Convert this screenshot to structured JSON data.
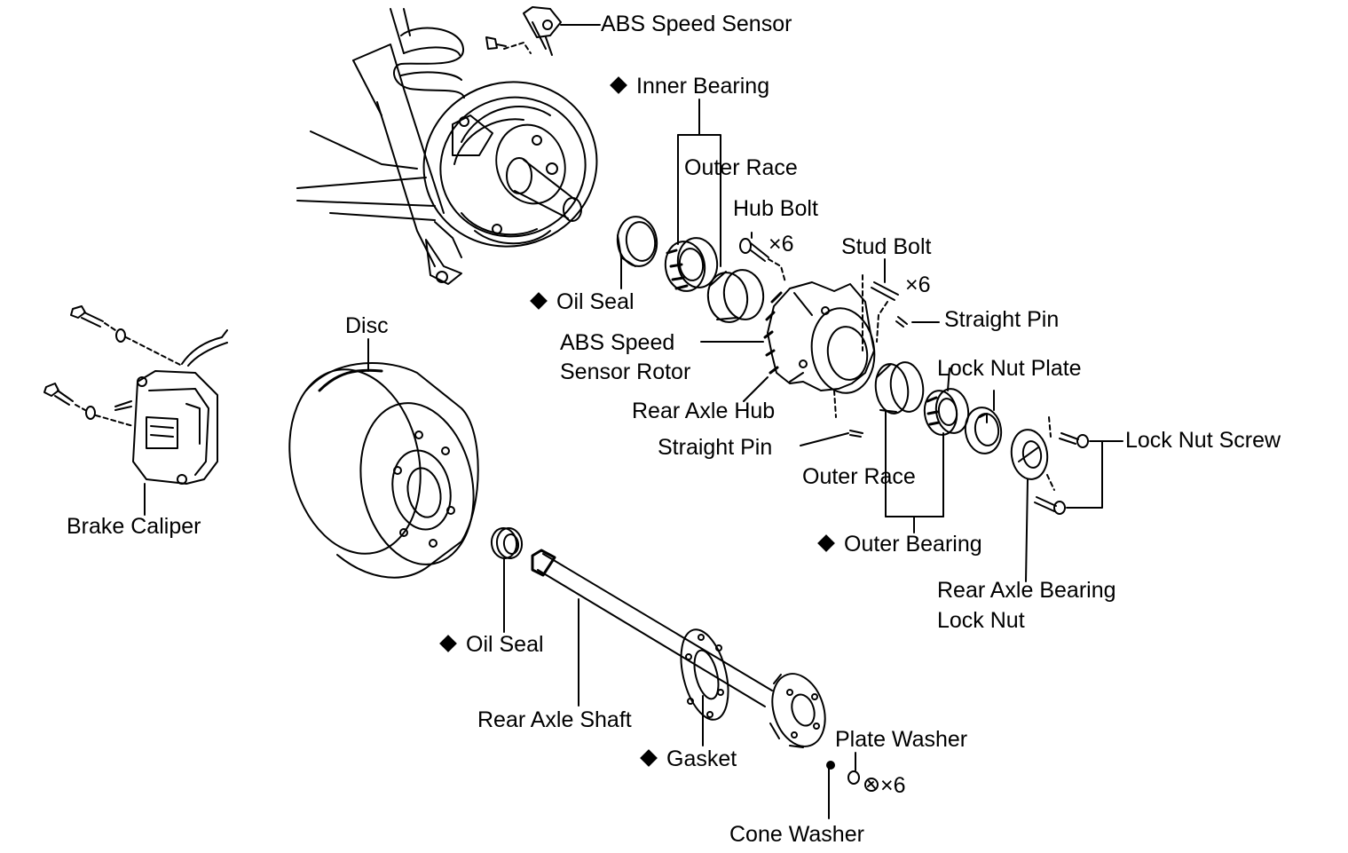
{
  "labels": {
    "abs_speed_sensor": "ABS Speed Sensor",
    "inner_bearing": "Inner Bearing",
    "outer_race_top": "Outer Race",
    "hub_bolt": "Hub Bolt",
    "hub_bolt_qty": "×6",
    "stud_bolt": "Stud Bolt",
    "stud_bolt_qty": "×6",
    "straight_pin_top": "Straight Pin",
    "oil_seal_top": "Oil Seal",
    "abs_rotor_1": "ABS Speed",
    "abs_rotor_2": "Sensor Rotor",
    "lock_nut_plate": "Lock Nut Plate",
    "rear_axle_hub": "Rear Axle Hub",
    "lock_nut_screw": "Lock Nut Screw",
    "straight_pin_bottom": "Straight Pin",
    "outer_race_bottom": "Outer Race",
    "disc": "Disc",
    "brake_caliper": "Brake Caliper",
    "outer_bearing": "Outer Bearing",
    "rear_axle_bearing_1": "Rear Axle Bearing",
    "rear_axle_bearing_2": "Lock Nut",
    "oil_seal_bottom": "Oil Seal",
    "rear_axle_shaft": "Rear Axle Shaft",
    "plate_washer": "Plate Washer",
    "gasket": "Gasket",
    "nut_qty": "×6",
    "cone_washer": "Cone Washer"
  },
  "colors": {
    "ink": "#000000",
    "paper": "#ffffff"
  }
}
